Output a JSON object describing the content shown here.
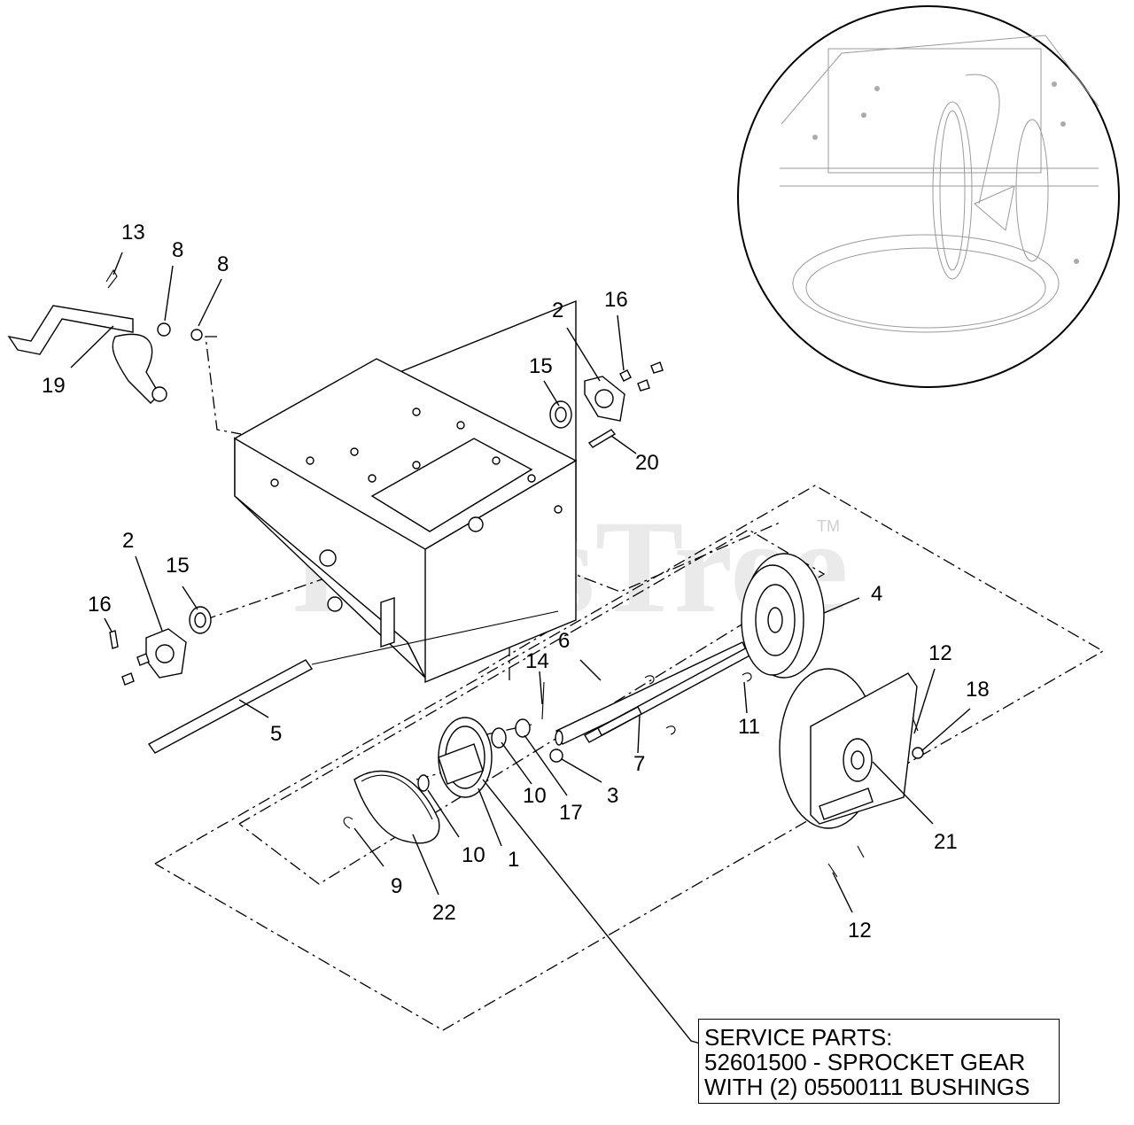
{
  "watermark": {
    "text": "PartsTree",
    "trademark": "TM"
  },
  "service_note": {
    "line1": "SERVICE PARTS:",
    "line2": "52601500 - SPROCKET GEAR",
    "line3": "WITH (2) 05500111 BUSHINGS"
  },
  "callouts": [
    "13",
    "8",
    "8",
    "19",
    "2",
    "16",
    "15",
    "20",
    "2",
    "15",
    "16",
    "5",
    "6",
    "14",
    "4",
    "12",
    "18",
    "11",
    "7",
    "3",
    "17",
    "10",
    "10",
    "1",
    "9",
    "22",
    "21",
    "12"
  ]
}
